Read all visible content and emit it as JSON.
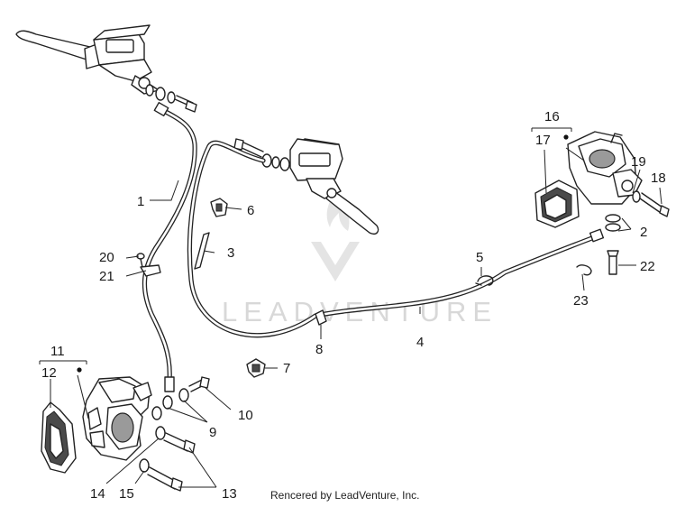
{
  "diagram": {
    "watermark": {
      "brand": "LEADVENTURE"
    },
    "credit": "Rencered by LeadVenture, Inc.",
    "callouts": {
      "c1": "1",
      "c2": "2",
      "c3": "3",
      "c4": "4",
      "c5": "5",
      "c6": "6",
      "c7": "7",
      "c8": "8",
      "c9": "9",
      "c10": "10",
      "c11": "11",
      "c12": "12",
      "c13": "13",
      "c14": "14",
      "c15": "15",
      "c16": "16",
      "c17": "17",
      "c18": "18",
      "c19": "19",
      "c20": "20",
      "c21": "21",
      "c22": "22",
      "c23": "23"
    }
  }
}
